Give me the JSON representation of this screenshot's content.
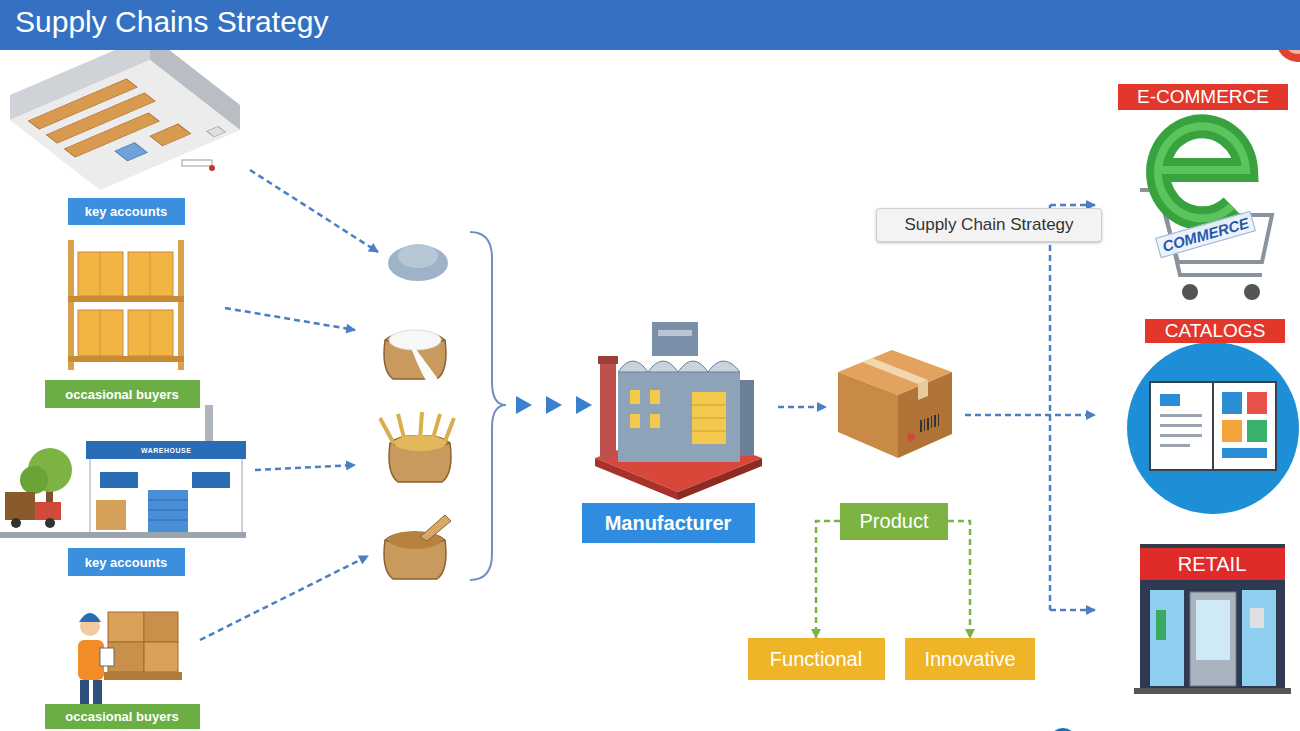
{
  "diagram": {
    "title": "Supply Chains Strategy",
    "nodes": [
      {
        "text": [
          "key accounts"
        ]
      },
      {
        "text": [
          "occasional buyers"
        ]
      },
      {
        "text": [
          "key accounts"
        ]
      },
      {
        "text": [
          "occasional buyers"
        ]
      },
      {
        "text": [
          "Manufacturer"
        ]
      },
      {
        "text": [
          "Supply Chain Strategy"
        ]
      },
      {
        "text": [
          "E-COMMERCE"
        ]
      },
      {
        "text": [
          "CATALOGS"
        ]
      },
      {
        "text": [
          "Product"
        ]
      },
      {
        "text": [
          "RETAIL"
        ]
      },
      {
        "text": [
          "Functional"
        ]
      },
      {
        "text": [
          "Innovative"
        ]
      }
    ],
    "edges": [
      {
        "from": 8,
        "to": 10,
        "arrow": "to"
      },
      {
        "from": 8,
        "to": 11,
        "arrow": "to"
      }
    ],
    "labels": [
      "WAREHOUSE",
      "COMMERCE"
    ]
  }
}
